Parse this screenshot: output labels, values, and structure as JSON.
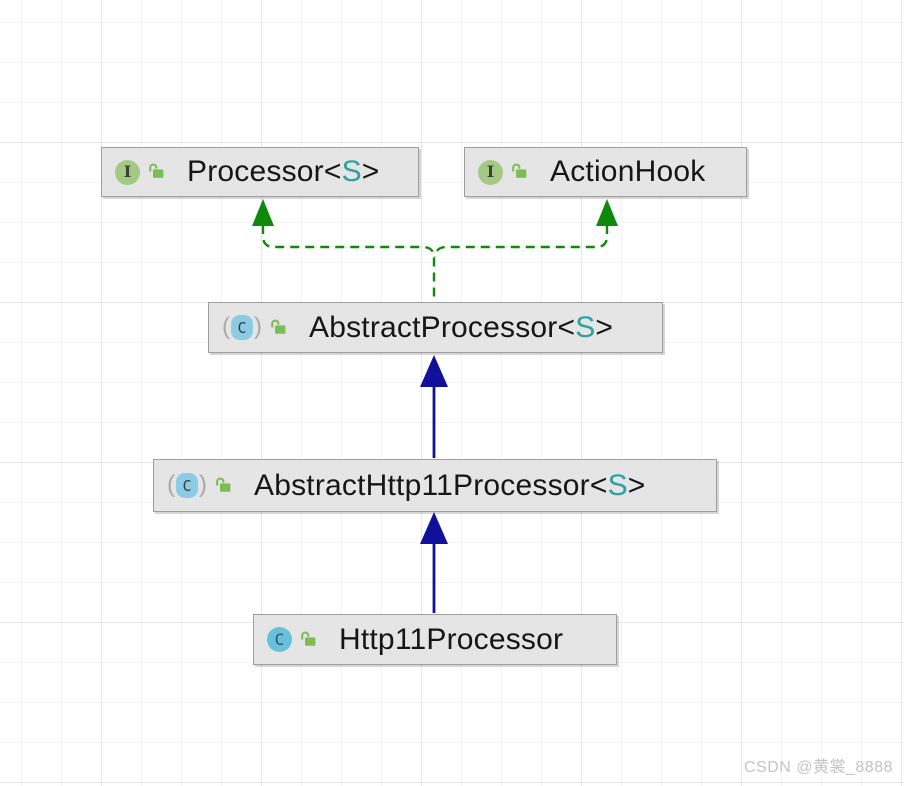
{
  "diagram": {
    "type": "uml-class-diagram",
    "nodes": [
      {
        "id": "processor",
        "name": "Processor<S>",
        "kind": "interface",
        "visibility": "public",
        "icon_letter": "I",
        "prefix": "Processor<",
        "generic": "S",
        "suffix": ">"
      },
      {
        "id": "actionhook",
        "name": "ActionHook",
        "kind": "interface",
        "visibility": "public",
        "icon_letter": "I",
        "prefix": "ActionHook",
        "generic": "",
        "suffix": ""
      },
      {
        "id": "abstractprocessor",
        "name": "AbstractProcessor<S>",
        "kind": "abstract-class",
        "visibility": "public",
        "icon_letter": "C",
        "prefix": "AbstractProcessor<",
        "generic": "S",
        "suffix": ">"
      },
      {
        "id": "abstracthttp11processor",
        "name": "AbstractHttp11Processor<S>",
        "kind": "abstract-class",
        "visibility": "public",
        "icon_letter": "C",
        "prefix": "AbstractHttp11Processor<",
        "generic": "S",
        "suffix": ">"
      },
      {
        "id": "http11processor",
        "name": "Http11Processor",
        "kind": "class",
        "visibility": "public",
        "icon_letter": "C",
        "prefix": "Http11Processor",
        "generic": "",
        "suffix": ""
      }
    ],
    "edges": [
      {
        "from": "AbstractProcessor<S>",
        "to": "Processor<S>",
        "type": "implements",
        "style": "dashed-green"
      },
      {
        "from": "AbstractProcessor<S>",
        "to": "ActionHook",
        "type": "implements",
        "style": "dashed-green"
      },
      {
        "from": "AbstractHttp11Processor<S>",
        "to": "AbstractProcessor<S>",
        "type": "extends",
        "style": "solid-navy"
      },
      {
        "from": "Http11Processor",
        "to": "AbstractHttp11Processor<S>",
        "type": "extends",
        "style": "solid-navy"
      }
    ],
    "icons": {
      "paren_open": "(",
      "paren_close": ")"
    },
    "colors": {
      "node_background": "#e5e5e5",
      "node_border": "#9e9e9e",
      "node_text": "#161616",
      "generic_param_teal": "#2ba3a3",
      "interface_icon_green": "#a3c982",
      "class_icon_blue": "#66c0de",
      "abstract_class_icon_blue": "#8ccbe6",
      "public_lock_green": "#7cbe55",
      "implements_arrow_green": "#0e890e",
      "extends_arrow_navy": "#10109b",
      "grid_minor": "#f4f4f4",
      "grid_major": "#e7e7e7"
    }
  },
  "watermark": "CSDN @黄裳_8888"
}
